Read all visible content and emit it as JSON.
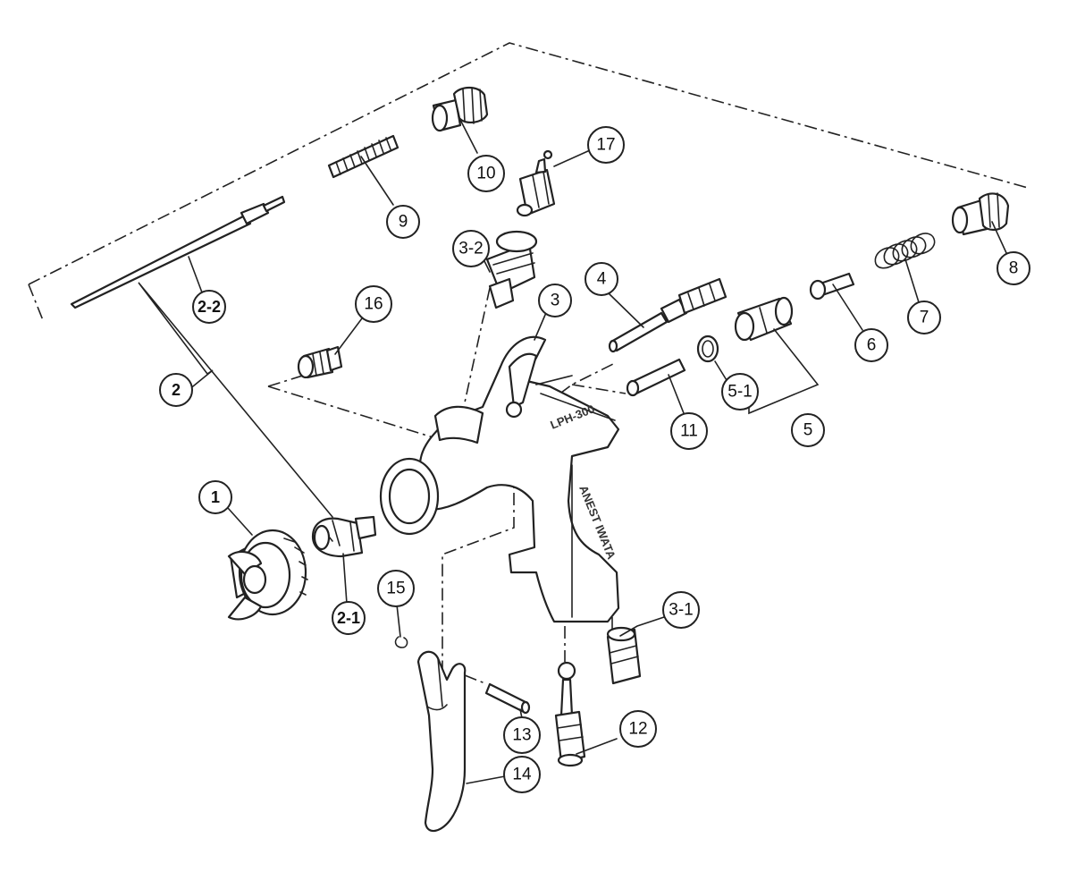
{
  "diagram": {
    "gun_markings": [
      "LPH-300",
      "ANEST IWATA"
    ],
    "callouts": [
      {
        "id": "c1",
        "label": "1",
        "bold": true
      },
      {
        "id": "c2",
        "label": "2",
        "bold": true
      },
      {
        "id": "c2-1",
        "label": "2-1",
        "bold": true
      },
      {
        "id": "c2-2",
        "label": "2-2",
        "bold": true
      },
      {
        "id": "c3",
        "label": "3",
        "bold": false
      },
      {
        "id": "c3-1",
        "label": "3-1",
        "bold": false
      },
      {
        "id": "c3-2",
        "label": "3-2",
        "bold": false
      },
      {
        "id": "c4",
        "label": "4",
        "bold": false
      },
      {
        "id": "c5",
        "label": "5",
        "bold": false
      },
      {
        "id": "c5-1",
        "label": "5-1",
        "bold": false
      },
      {
        "id": "c6",
        "label": "6",
        "bold": false
      },
      {
        "id": "c7",
        "label": "7",
        "bold": false
      },
      {
        "id": "c8",
        "label": "8",
        "bold": false
      },
      {
        "id": "c9",
        "label": "9",
        "bold": false
      },
      {
        "id": "c10",
        "label": "10",
        "bold": false
      },
      {
        "id": "c11",
        "label": "11",
        "bold": false
      },
      {
        "id": "c12",
        "label": "12",
        "bold": false
      },
      {
        "id": "c13",
        "label": "13",
        "bold": false
      },
      {
        "id": "c14",
        "label": "14",
        "bold": false
      },
      {
        "id": "c15",
        "label": "15",
        "bold": false
      },
      {
        "id": "c16",
        "label": "16",
        "bold": false
      },
      {
        "id": "c17",
        "label": "17",
        "bold": false
      }
    ]
  }
}
